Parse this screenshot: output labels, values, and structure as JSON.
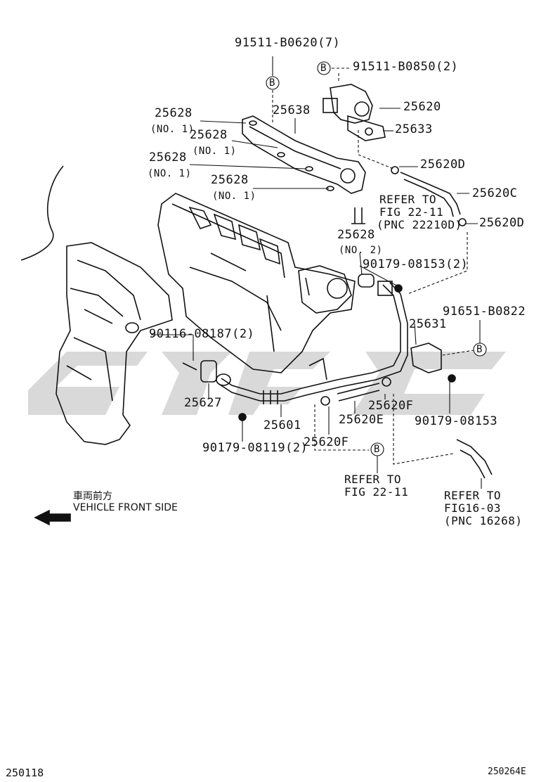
{
  "labels": {
    "p91511_b0620": "91511-B0620(7)",
    "p91511_b0850": "91511-B0850(2)",
    "p25628_a": "25628",
    "no1_a": "(NO. 1)",
    "p25638": "25638",
    "p25620": "25620",
    "p25628_b": "25628",
    "no1_b": "(NO. 1)",
    "p25633": "25633",
    "p25628_c": "25628",
    "no1_c": "(NO. 1)",
    "p25620D_a": "25620D",
    "p25628_d": "25628",
    "no1_d": "(NO. 1)",
    "p25620C": "25620C",
    "ref_fig2211_a": "REFER TO",
    "ref_fig2211_b": "FIG 22-11",
    "ref_fig2211_c": "(PNC 22210D)",
    "p25620D_b": "25620D",
    "p25628_e": "25628",
    "no2": "(NO. 2)",
    "p90179_08153_2": "90179-08153(2)",
    "p91651_b0822": "91651-B0822",
    "p25631": "25631",
    "p90116_08187": "90116-08187(2)",
    "p25627": "25627",
    "p25620F_a": "25620F",
    "p25620E": "25620E",
    "p90179_08153": "90179-08153",
    "p25601": "25601",
    "p25620F_b": "25620F",
    "p90179_08119": "90179-08119(2)",
    "ref_b_a": "REFER TO",
    "ref_b_b": "FIG 22-11",
    "ref_c_a": "REFER TO",
    "ref_c_b": "FIG16-03",
    "ref_c_c": "(PNC 16268)",
    "vehicle_jp": "車両前方",
    "vehicle_en": "VEHICLE FRONT SIDE",
    "circle_b": "B"
  },
  "footer": {
    "left_code": "250118",
    "right_code": "250264E"
  }
}
